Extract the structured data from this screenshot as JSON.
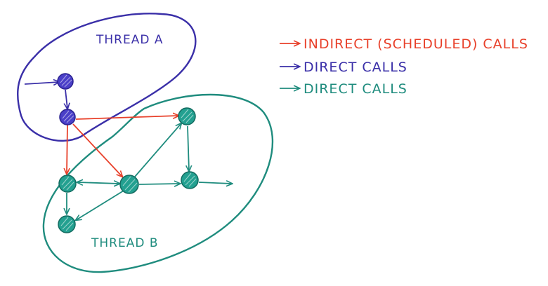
{
  "threads": {
    "a_label": "THREAD A",
    "b_label": "THREAD B"
  },
  "legend": {
    "indirect": "INDIRECT (SCHEDULED) CALLS",
    "direct_a": "DIRECT CALLS",
    "direct_b": "DIRECT CALLS"
  },
  "colors": {
    "indirect": "#e8402a",
    "thread_a": "#3a2fa8",
    "thread_b": "#1f8c7e"
  }
}
